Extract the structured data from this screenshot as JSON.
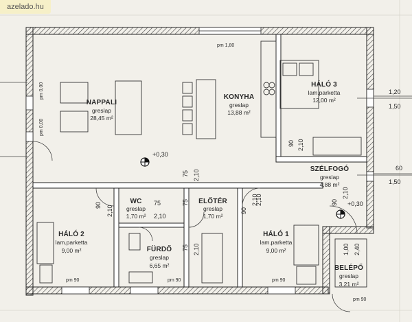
{
  "watermark": "azelado.hu",
  "rooms": {
    "nappali": {
      "name": "NAPPALI",
      "floor": "greslap",
      "area": "28,45 m²"
    },
    "konyha": {
      "name": "KONYHA",
      "floor": "greslap",
      "area": "13,88 m²"
    },
    "halo3": {
      "name": "HÁLÓ 3",
      "floor": "lam.parketta",
      "area": "12,00 m²"
    },
    "szelfogo": {
      "name": "SZÉLFOGÓ",
      "floor": "greslap",
      "area": "4,88 m²"
    },
    "halo2": {
      "name": "HÁLÓ 2",
      "floor": "lam.parketta",
      "area": "9,00 m²"
    },
    "wc": {
      "name": "WC",
      "floor": "greslap",
      "area": "1,70 m²"
    },
    "eloter": {
      "name": "ELŐTÉR",
      "floor": "greslap",
      "area": "1,70 m²"
    },
    "furdo": {
      "name": "FÜRDŐ",
      "floor": "greslap",
      "area": "6,65 m²"
    },
    "halo1": {
      "name": "HÁLÓ 1",
      "floor": "lam.parketta",
      "area": "9,00 m²"
    },
    "belepo": {
      "name": "BELÉPŐ",
      "floor": "greslap",
      "area": "3,21 m²"
    }
  },
  "levels": {
    "main": "+0,30",
    "entry": "+0,30"
  },
  "parapets": {
    "top": "pm 1,80",
    "left1": "pm 0,00",
    "left2": "pm 0,00",
    "bottom1": "pm 90",
    "bottom2": "pm 90",
    "bottom3": "pm 90",
    "bottom4": "pm 90"
  },
  "dimensions": {
    "right_1_20": "1,20",
    "right_1_50a": "1,50",
    "right_60": "60",
    "right_1_50b": "1,50",
    "d90_kitchen": "90",
    "d2_10_kitchen": "2,10",
    "d75_a": "75",
    "d2_10_a": "2,10",
    "d75_b": "75",
    "d2_10_b": "2,10",
    "d90_halo2": "90",
    "d2_10_halo2": "2,10",
    "d75_wc": "75",
    "d2_10_wc": "2,10",
    "d75_furdo": "75",
    "d2_10_furdo": "2,10",
    "d90_halo1": "90",
    "d2_10_halo1": "2,10",
    "d90_szel": "90",
    "d2_10_szel": "2,10",
    "d1_00": "1,00",
    "d2_40": "2,40"
  }
}
